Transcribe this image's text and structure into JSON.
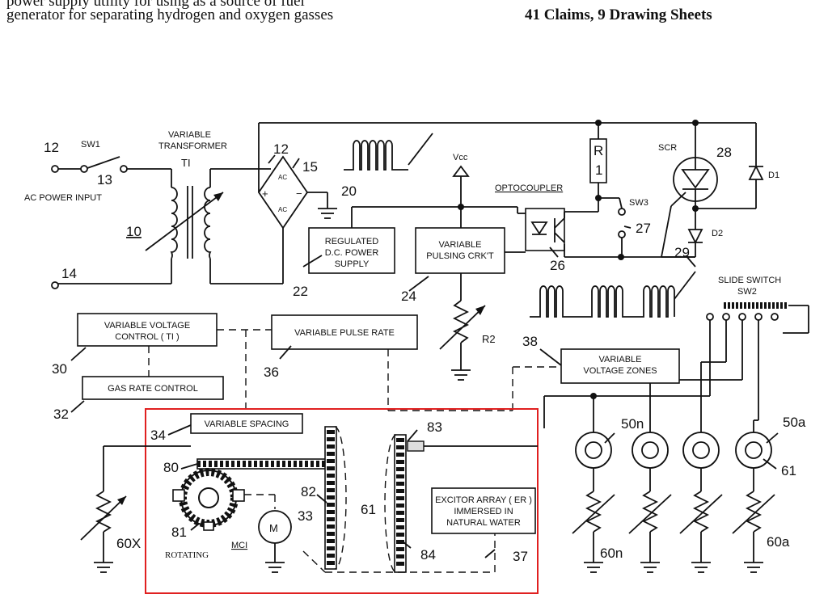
{
  "header": {
    "line1_left": "power supply utility for using as a source of fuel",
    "line2_left": "generator for separating hydrogen and oxygen gasses",
    "claims": "41 Claims, 9 Drawing Sheets"
  },
  "diagram": {
    "labels": {
      "n12a": "12",
      "sw1": "SW1",
      "n13": "13",
      "ac_input": "AC POWER INPUT",
      "n10": "10",
      "n14": "14",
      "var_transformer_1": "VARIABLE",
      "var_transformer_2": "TRANSFORMER",
      "ti": "TI",
      "n12b": "12",
      "n15": "15",
      "ac1": "AC",
      "ac2": "AC",
      "plus": "+",
      "minus": "−",
      "n20": "20",
      "vcc": "Vcc",
      "r1_r": "R",
      "r1_1": "1",
      "optocoupler": "OPTOCOUPLER",
      "sw3": "SW3",
      "n27": "27",
      "scr": "SCR",
      "n28": "28",
      "d1": "D1",
      "d2": "D2",
      "n29": "29",
      "n26": "26",
      "slide_switch": "SLIDE SWITCH",
      "sw2": "SW2",
      "n22": "22",
      "n24": "24",
      "r2": "R2",
      "n38": "38",
      "n30": "30",
      "n36": "36",
      "n32": "32",
      "n34": "34",
      "n80": "80",
      "n82": "82",
      "n83": "83",
      "n61a": "61",
      "n81": "81",
      "rotating": "ROTATING",
      "mci": "MCI",
      "m": "M",
      "n33": "33",
      "n84": "84",
      "n37": "37",
      "n60x": "60X",
      "n50n": "50n",
      "n50a": "50a",
      "n61b": "61",
      "n60n": "60n",
      "n60a": "60a"
    },
    "boxes": {
      "regulated_1": "REGULATED",
      "regulated_2": "D.C. POWER",
      "regulated_3": "SUPPLY",
      "pulsing_1": "VARIABLE",
      "pulsing_2": "PULSING CRK'T",
      "vvc_1": "VARIABLE VOLTAGE",
      "vvc_2": "CONTROL  ( TI )",
      "vpr": "VARIABLE PULSE RATE",
      "vz_1": "VARIABLE",
      "vz_2": "VOLTAGE  ZONES",
      "gas": "GAS RATE CONTROL",
      "spacing": "VARIABLE SPACING",
      "excitor_1": "EXCITOR ARRAY ( ER )",
      "excitor_2": "IMMERSED IN",
      "excitor_3": "NATURAL WATER"
    },
    "highlight_color": "#e02020"
  }
}
